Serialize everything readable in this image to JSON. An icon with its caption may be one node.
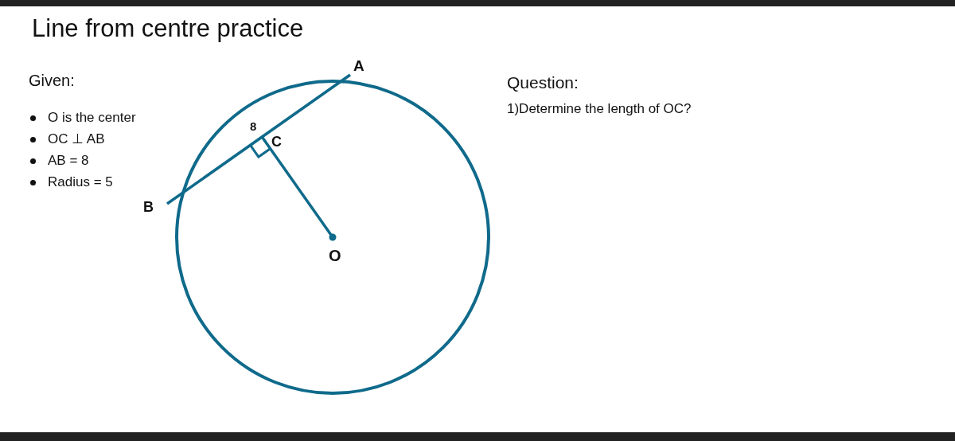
{
  "diagram": {
    "title": "Line from centre practice",
    "labels": [
      "Given:",
      "O is the center",
      "OC ⊥ AB",
      "AB = 8",
      "Radius = 5",
      "A",
      "Question:",
      "1)Determine the length of OC?",
      "8",
      "C",
      "B",
      "O"
    ]
  }
}
